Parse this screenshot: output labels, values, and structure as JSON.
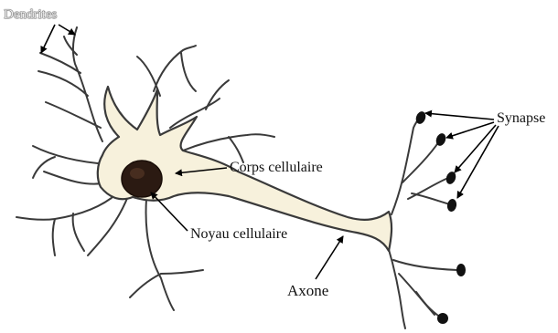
{
  "diagram": {
    "labels": {
      "dendrites": "Dendrites",
      "corps_cellulaire": "Corps cellulaire",
      "noyau_cellulaire": "Noyau cellulaire",
      "axone": "Axone",
      "synapse": "Synapse"
    },
    "colors": {
      "cytoplasm": "#f7f1dc",
      "outline": "#3a3a3a",
      "nucleus": "#2b1a12",
      "synapse_bulb": "#111111",
      "arrow": "#000000"
    }
  }
}
